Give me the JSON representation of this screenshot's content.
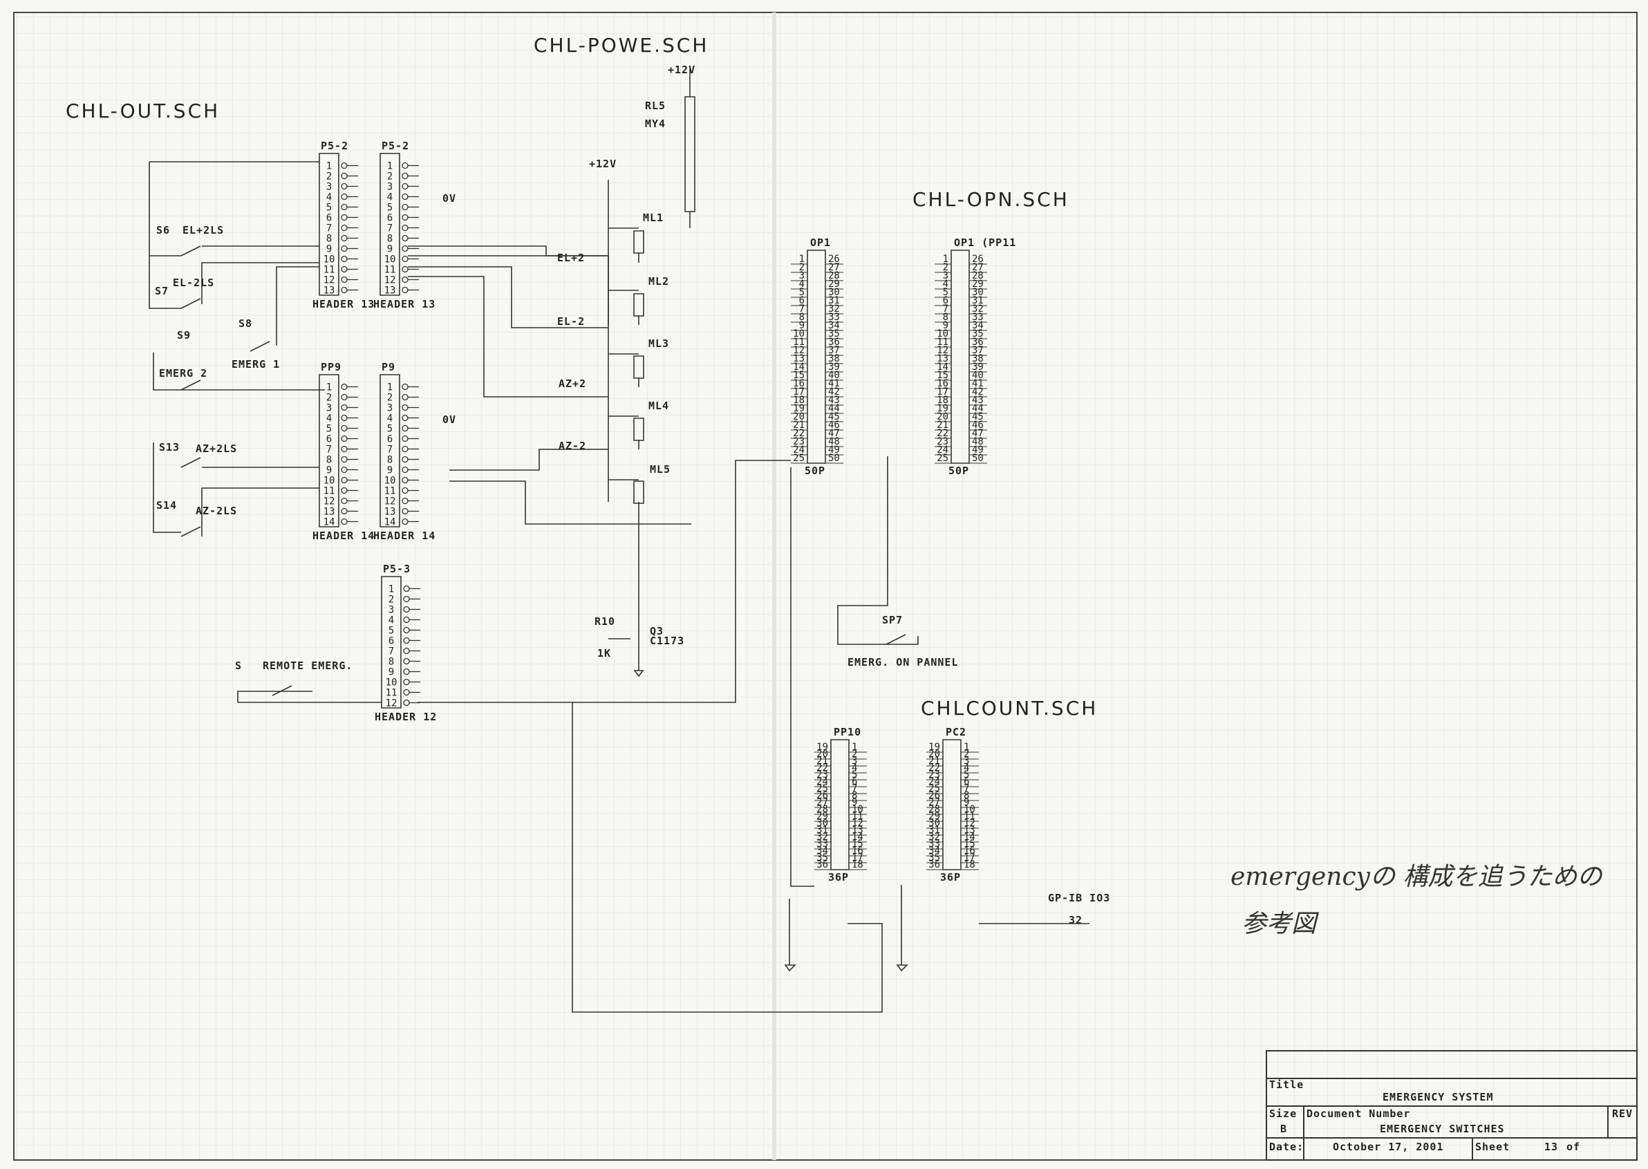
{
  "sheets": {
    "out": "CHL-OUT.SCH",
    "powe": "CHL-POWE.SCH",
    "opn": "CHL-OPN.SCH",
    "count": "CHLCOUNT.SCH"
  },
  "connectors": {
    "p52a": {
      "title": "P5-2",
      "pins": [
        "1",
        "2",
        "3",
        "4",
        "5",
        "6",
        "7",
        "8",
        "9",
        "10",
        "11",
        "12",
        "13"
      ],
      "footer": "HEADER 13"
    },
    "p52b": {
      "title": "P5-2",
      "pins": [
        "1",
        "2",
        "3",
        "4",
        "5",
        "6",
        "7",
        "8",
        "9",
        "10",
        "11",
        "12",
        "13"
      ],
      "footer": "HEADER 13",
      "note": "0V"
    },
    "pp9": {
      "title": "PP9",
      "pins": [
        "1",
        "2",
        "3",
        "4",
        "5",
        "6",
        "7",
        "8",
        "9",
        "10",
        "11",
        "12",
        "13",
        "14"
      ],
      "footer": "HEADER 14"
    },
    "p9": {
      "title": "P9",
      "pins": [
        "1",
        "2",
        "3",
        "4",
        "5",
        "6",
        "7",
        "8",
        "9",
        "10",
        "11",
        "12",
        "13",
        "14"
      ],
      "footer": "HEADER 14",
      "note": "0V"
    },
    "p53": {
      "title": "P5-3",
      "pins": [
        "1",
        "2",
        "3",
        "4",
        "5",
        "6",
        "7",
        "8",
        "9",
        "10",
        "11",
        "12"
      ],
      "footer": "HEADER 12"
    },
    "op1a": {
      "title": "OP1",
      "left": [
        "1",
        "2",
        "3",
        "4",
        "5",
        "6",
        "7",
        "8",
        "9",
        "10",
        "11",
        "12",
        "13",
        "14",
        "15",
        "16",
        "17",
        "18",
        "19",
        "20",
        "21",
        "22",
        "23",
        "24",
        "25"
      ],
      "right": [
        "26",
        "27",
        "28",
        "29",
        "30",
        "31",
        "32",
        "33",
        "34",
        "35",
        "36",
        "37",
        "38",
        "39",
        "40",
        "41",
        "42",
        "43",
        "44",
        "45",
        "46",
        "47",
        "48",
        "49",
        "50"
      ],
      "footer": "50P"
    },
    "op1b": {
      "title": "OP1 (PP11",
      "left": [
        "1",
        "2",
        "3",
        "4",
        "5",
        "6",
        "7",
        "8",
        "9",
        "10",
        "11",
        "12",
        "13",
        "14",
        "15",
        "16",
        "17",
        "18",
        "19",
        "20",
        "21",
        "22",
        "23",
        "24",
        "25"
      ],
      "right": [
        "26",
        "27",
        "28",
        "29",
        "30",
        "31",
        "32",
        "33",
        "34",
        "35",
        "36",
        "37",
        "38",
        "39",
        "40",
        "41",
        "42",
        "43",
        "44",
        "45",
        "46",
        "47",
        "48",
        "49",
        "50"
      ],
      "footer": "50P"
    },
    "pp10": {
      "title": "PP10",
      "left": [
        "19",
        "20",
        "21",
        "22",
        "23",
        "24",
        "25",
        "26",
        "27",
        "28",
        "29",
        "30",
        "31",
        "32",
        "33",
        "34",
        "35",
        "36"
      ],
      "right": [
        "1",
        "2",
        "3",
        "4",
        "5",
        "6",
        "7",
        "8",
        "9",
        "10",
        "11",
        "12",
        "13",
        "14",
        "15",
        "16",
        "17",
        "18"
      ],
      "footer": "36P"
    },
    "pc2": {
      "title": "PC2",
      "left": [
        "19",
        "20",
        "21",
        "22",
        "23",
        "24",
        "25",
        "26",
        "27",
        "28",
        "29",
        "30",
        "31",
        "32",
        "33",
        "34",
        "35",
        "36"
      ],
      "right": [
        "1",
        "2",
        "3",
        "4",
        "5",
        "6",
        "7",
        "8",
        "9",
        "10",
        "11",
        "12",
        "13",
        "14",
        "15",
        "16",
        "17",
        "18"
      ],
      "footer": "36P"
    }
  },
  "switches": {
    "s6": {
      "ref": "S6",
      "name": "EL+2LS"
    },
    "s7": {
      "ref": "S7",
      "name": "EL-2LS"
    },
    "s9": {
      "ref": "S9",
      "name": "EMERG 2"
    },
    "s8": {
      "ref": "S8",
      "name": "EMERG 1"
    },
    "s13": {
      "ref": "S13",
      "name": "AZ+2LS"
    },
    "s14": {
      "ref": "S14",
      "name": "AZ-2LS"
    },
    "remote": {
      "ref": "S",
      "name": "REMOTE EMERG."
    },
    "sp7": {
      "ref": "SP7",
      "name": "EMERG. ON PANNEL"
    }
  },
  "relays": {
    "rl5": {
      "ref": "RL5",
      "type": "MY4"
    },
    "ml1": "ML1",
    "ml2": "ML2",
    "ml3": "ML3",
    "ml4": "ML4",
    "ml5": "ML5"
  },
  "nets": {
    "v12a": "+12V",
    "v12b": "+12V",
    "elp": "EL+2",
    "elm": "EL-2",
    "azp": "AZ+2",
    "azm": "AZ-2",
    "gpib": "GP-IB IO3",
    "n32": "32"
  },
  "parts": {
    "r10": "R10",
    "r10v": "1K",
    "q3": "Q3",
    "q3v": "C1173"
  },
  "titleblock": {
    "title_label": "Title",
    "title": "EMERGENCY SYSTEM",
    "size_label": "Size",
    "size": "B",
    "docnum_label": "Document Number",
    "docnum": "EMERGENCY SWITCHES",
    "rev_label": "REV",
    "date_label": "Date:",
    "date": "October 17, 2001",
    "sheet_label": "Sheet",
    "sheet": "13",
    "of_label": "of"
  },
  "handwritten_note": {
    "line1": "emergencyの 構成を追うための",
    "line2": "参考図"
  }
}
